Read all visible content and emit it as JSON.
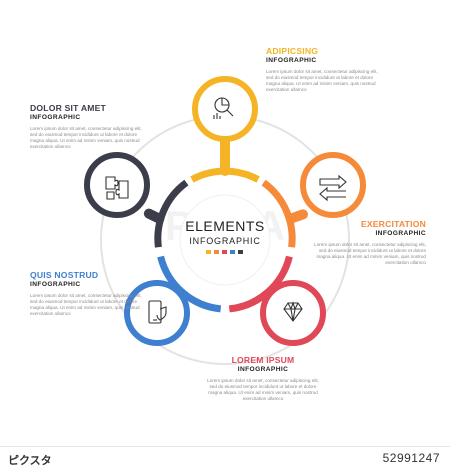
{
  "center": {
    "title": "ELEMENTS",
    "subtitle": "INFOGRAPHIC"
  },
  "body_text": "Lorem ipsum dolor sit amet, consectetur adipiscing elit, sed do eiusmod tempor incididunt ut labore et dolore magna aliqua. Ut enim ad minim veniam, quis nostrud exercitation ullamco",
  "items": [
    {
      "title": "ADIPICSING",
      "subtitle": "INFOGRAPHIC",
      "color": "#f5b425",
      "icon": "chart-magnifier-icon"
    },
    {
      "title": "EXERCITATION",
      "subtitle": "INFOGRAPHIC",
      "color": "#f58a3a",
      "icon": "arrows-icon"
    },
    {
      "title": "LOREM IPSUM",
      "subtitle": "INFOGRAPHIC",
      "color": "#e04757",
      "icon": "diamond-icon"
    },
    {
      "title": "QUIS NOSTRUD",
      "subtitle": "INFOGRAPHIC",
      "color": "#3f7fcf",
      "icon": "smartphone-shield-icon"
    },
    {
      "title": "DOLOR SIT AMET",
      "subtitle": "INFOGRAPHIC",
      "color": "#3b3d4a",
      "icon": "puzzle-icon"
    }
  ],
  "watermark": {
    "brand": "PIXTA",
    "logo": "ピクスタ",
    "id": "52991247"
  }
}
